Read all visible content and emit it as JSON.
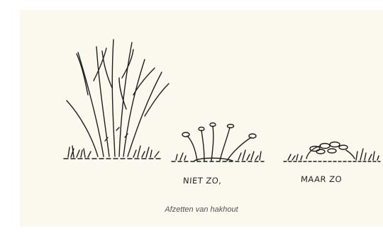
{
  "figure": {
    "label_wrong": "NIET ZO,",
    "label_right": "MAAR ZO",
    "caption": "Afzetten van hakhout"
  }
}
